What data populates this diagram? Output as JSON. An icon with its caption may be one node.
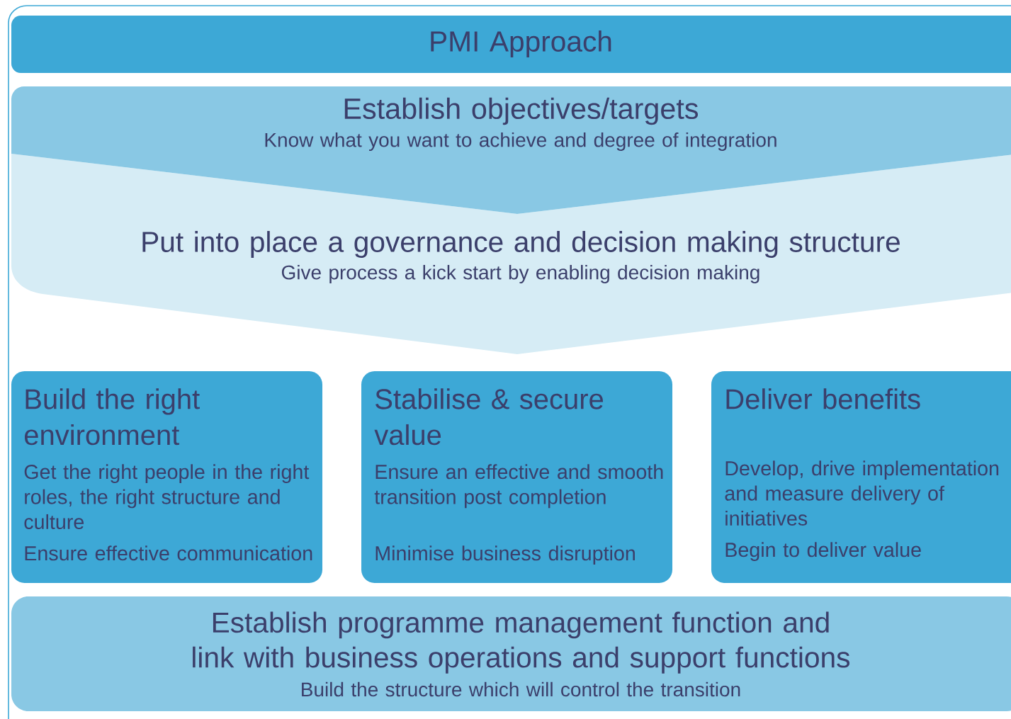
{
  "diagram": {
    "nodes": [
      {
        "text": [
          "PMI Approach"
        ]
      },
      {
        "text": [
          "Establish objectives/targets",
          "Know what you want to achieve and degree of integration"
        ]
      },
      {
        "text": [
          "Put into place a governance and decision making structure",
          "Give process a kick start by enabling decision making"
        ]
      },
      {
        "text": [
          "Build the right environment",
          "Get the right people in the right roles, the right structure and culture",
          "Ensure effective communication"
        ]
      },
      {
        "text": [
          "Stabilise & secure value",
          "Ensure an effective and smooth transition post completion",
          "Minimise business disruption"
        ]
      },
      {
        "text": [
          "Deliver benefits",
          "Develop, drive implementation and measure delivery of initiatives",
          "Begin to deliver value"
        ]
      },
      {
        "text": [
          "Establish programme management function and link with business operations and support functions",
          "Build the structure which will control the transition"
        ]
      }
    ]
  }
}
